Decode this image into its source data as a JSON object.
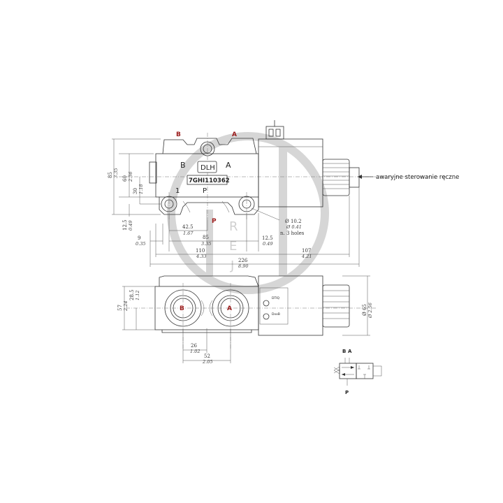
{
  "ports": {
    "b_top": "B",
    "a_top": "A",
    "b_body": "B",
    "a_body": "A",
    "one_body": "1",
    "p_body": "P",
    "p_red": "P",
    "b_front": "B",
    "a_front": "A",
    "b_symbol": "B",
    "a_symbol": "A",
    "p_symbol": "P"
  },
  "body_labels": {
    "brand": "DLH",
    "model": "7GHI110362"
  },
  "callout": "awaryjne sterowanie ręczne",
  "holes": {
    "d_mm": "Ø 10.2",
    "d_in": "Ø 0.41",
    "count": "n. 3 holes"
  },
  "dims": {
    "h85": "85",
    "h85_in": "3.35",
    "h60": "60",
    "h60_in": "2.36",
    "h30": "30",
    "h30_in": "1.18",
    "h12_5": "12.5",
    "h12_5_in": "0.49",
    "w42_5": "42.5",
    "w42_5_in": "1.67",
    "w9": "9",
    "w9_in": "0.35",
    "w85": "85",
    "w85_in": "3.35",
    "w12_5": "12.5",
    "w12_5_in": "0.49",
    "w110": "110",
    "w110_in": "4.33",
    "w107": "107",
    "w107_in": "4.21",
    "w226": "226",
    "w226_in": "8.90",
    "h57": "57",
    "h57_in": "2.24",
    "h28_5": "28.5",
    "h28_5_in": "1.12",
    "d65": "Ø 65",
    "d65_in": "Ø 2.56",
    "w26": "26",
    "w26_in": "1.02",
    "w52": "52",
    "w52_in": "2.05"
  },
  "coil_marks": {
    "top": "DTIQ",
    "bottom": "DxxB"
  },
  "watermark": {
    "l1": "R",
    "l2": "E",
    "l3": "J"
  }
}
